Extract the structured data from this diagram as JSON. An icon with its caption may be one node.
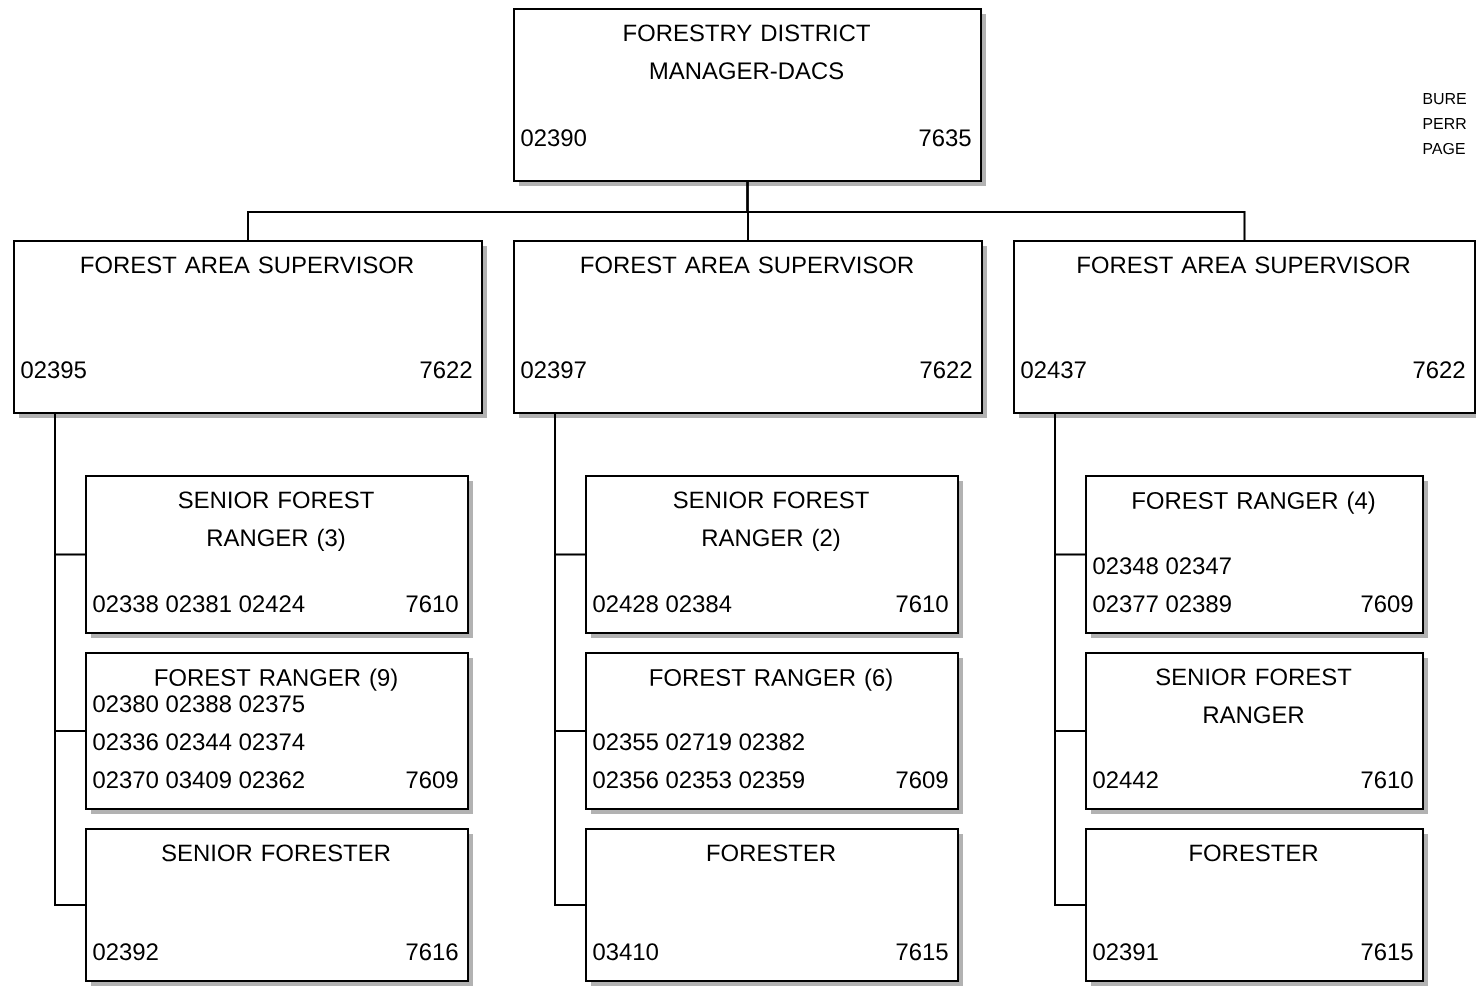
{
  "diagram": {
    "nodes": [
      {
        "text": [
          "FORESTRY DISTRICT MANAGER-DACS",
          "02390",
          "7635"
        ]
      },
      {
        "text": [
          "FOREST AREA SUPERVISOR",
          "02395",
          "7622"
        ]
      },
      {
        "text": [
          "FOREST AREA SUPERVISOR",
          "02397",
          "7622"
        ]
      },
      {
        "text": [
          "FOREST AREA SUPERVISOR",
          "02437",
          "7622"
        ]
      },
      {
        "text": [
          "SENIOR FOREST RANGER (3)",
          "02338 02381 02424",
          "7610"
        ]
      },
      {
        "text": [
          "FOREST RANGER (9)",
          "02380 02388 02375",
          "02336 02344 02374",
          "02370 03409 02362",
          "7609"
        ]
      },
      {
        "text": [
          "SENIOR FORESTER",
          "02392",
          "7616"
        ]
      },
      {
        "text": [
          "SENIOR FOREST RANGER (2)",
          "02428 02384",
          "7610"
        ]
      },
      {
        "text": [
          "FOREST RANGER (6)",
          "02355 02719 02382",
          "02356 02353 02359",
          "7609"
        ]
      },
      {
        "text": [
          "FORESTER",
          "03410",
          "7615"
        ]
      },
      {
        "text": [
          "FOREST RANGER (4)",
          "02348 02347",
          "02377 02389",
          "7609"
        ]
      },
      {
        "text": [
          "SENIOR FOREST RANGER",
          "02442",
          "7610"
        ]
      },
      {
        "text": [
          "FORESTER",
          "02391",
          "7615"
        ]
      }
    ],
    "edges": [
      {
        "from": 0,
        "to": 1,
        "arrow": "none"
      },
      {
        "from": 0,
        "to": 2,
        "arrow": "none"
      },
      {
        "from": 0,
        "to": 3,
        "arrow": "none"
      },
      {
        "from": 1,
        "to": 4,
        "arrow": "none"
      },
      {
        "from": 1,
        "to": 5,
        "arrow": "none"
      },
      {
        "from": 1,
        "to": 6,
        "arrow": "none"
      },
      {
        "from": 2,
        "to": 7,
        "arrow": "none"
      },
      {
        "from": 2,
        "to": 8,
        "arrow": "none"
      },
      {
        "from": 2,
        "to": 9,
        "arrow": "none"
      },
      {
        "from": 3,
        "to": 10,
        "arrow": "none"
      },
      {
        "from": 3,
        "to": 11,
        "arrow": "none"
      },
      {
        "from": 3,
        "to": 12,
        "arrow": "none"
      }
    ],
    "labels": [
      "BURE",
      "PERR",
      "PAGE"
    ]
  }
}
